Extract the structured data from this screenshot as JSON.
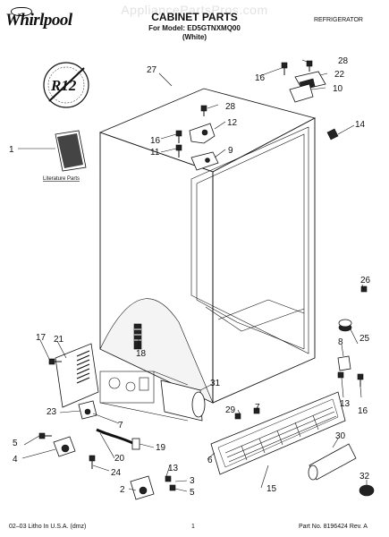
{
  "header": {
    "brand": "Whirlpool",
    "watermark": "AppliancePartsPros.com",
    "title": "CABINET PARTS",
    "model_line": "For Model: ED5GTNXMQ00",
    "color_line": "(White)",
    "category": "REFRIGERATOR"
  },
  "logo_text": "R12",
  "literature_label": "Literature Parts",
  "callouts": [
    {
      "id": "c27a",
      "label": "27"
    },
    {
      "id": "c28a",
      "label": "28"
    },
    {
      "id": "c22",
      "label": "22"
    },
    {
      "id": "c16a",
      "label": "16"
    },
    {
      "id": "c10",
      "label": "10"
    },
    {
      "id": "c28b",
      "label": "28"
    },
    {
      "id": "c12",
      "label": "12"
    },
    {
      "id": "c14",
      "label": "14"
    },
    {
      "id": "c1",
      "label": "1"
    },
    {
      "id": "c16b",
      "label": "16"
    },
    {
      "id": "c11",
      "label": "11"
    },
    {
      "id": "c9",
      "label": "9"
    },
    {
      "id": "c26",
      "label": "26"
    },
    {
      "id": "c17",
      "label": "17"
    },
    {
      "id": "c21",
      "label": "21"
    },
    {
      "id": "c18",
      "label": "18"
    },
    {
      "id": "c25",
      "label": "25"
    },
    {
      "id": "c8",
      "label": "8"
    },
    {
      "id": "c13a",
      "label": "13"
    },
    {
      "id": "c16c",
      "label": "16"
    },
    {
      "id": "c31",
      "label": "31"
    },
    {
      "id": "c23",
      "label": "23"
    },
    {
      "id": "c29",
      "label": "29"
    },
    {
      "id": "c7a",
      "label": "7"
    },
    {
      "id": "c7b",
      "label": "7"
    },
    {
      "id": "c5a",
      "label": "5"
    },
    {
      "id": "c4",
      "label": "4"
    },
    {
      "id": "c19",
      "label": "19"
    },
    {
      "id": "c20",
      "label": "20"
    },
    {
      "id": "c30",
      "label": "30"
    },
    {
      "id": "c6",
      "label": "6"
    },
    {
      "id": "c24",
      "label": "24"
    },
    {
      "id": "c13b",
      "label": "13"
    },
    {
      "id": "c32",
      "label": "32"
    },
    {
      "id": "c3",
      "label": "3"
    },
    {
      "id": "c5b",
      "label": "5"
    },
    {
      "id": "c2",
      "label": "2"
    },
    {
      "id": "c15",
      "label": "15"
    }
  ],
  "footer": {
    "left": "02–03 Litho In U.S.A. (dmz)",
    "page": "1",
    "right": "Part No. 8196424 Rev. A"
  }
}
